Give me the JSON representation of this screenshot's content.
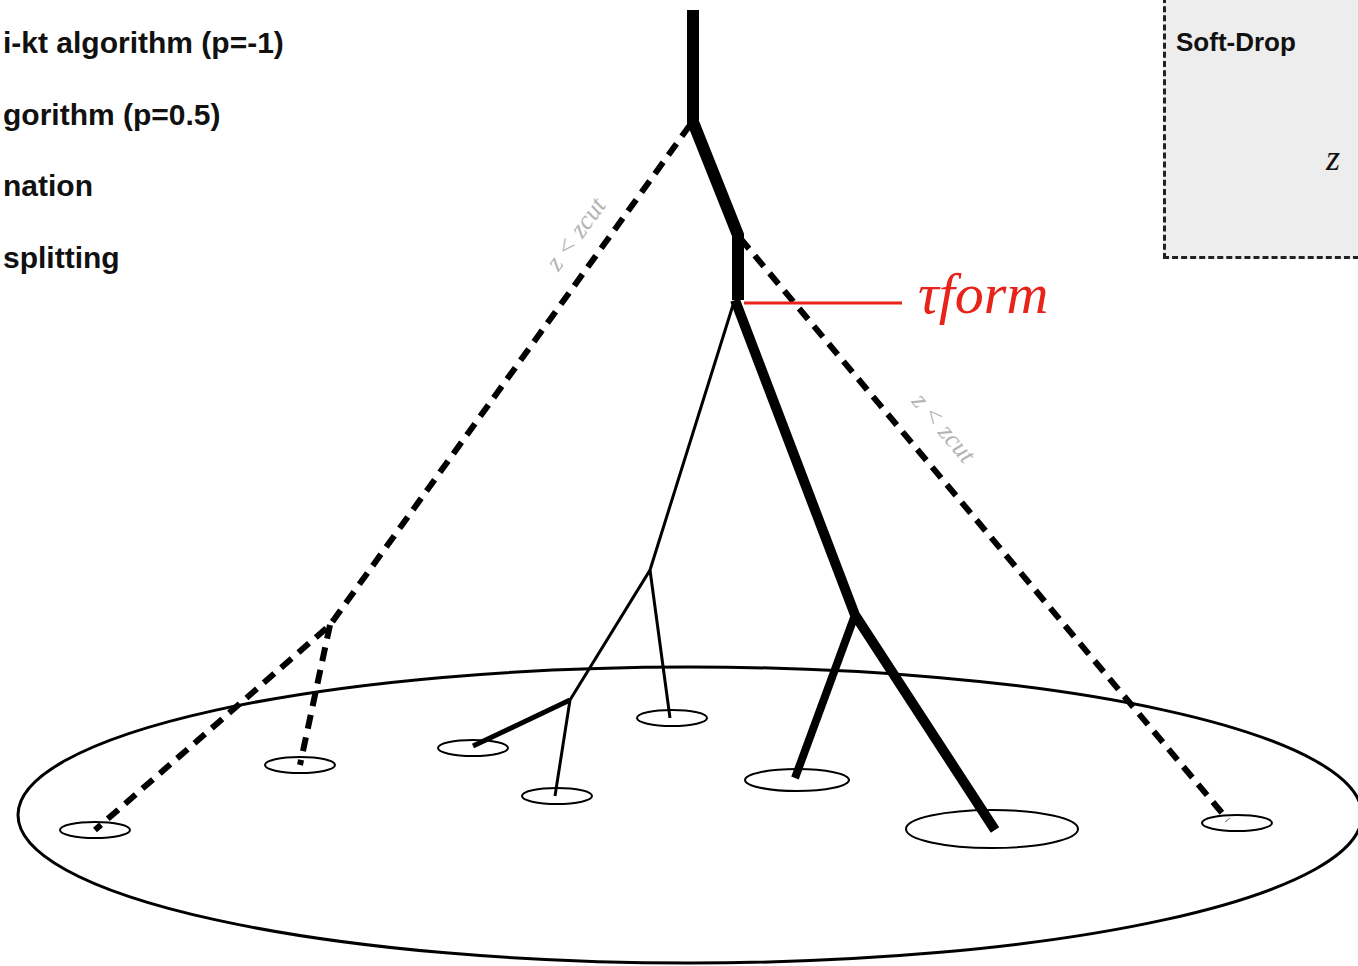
{
  "diagram": {
    "nodes": [
      {
        "text": [
          "Soft-Drop",
          "z"
        ]
      }
    ],
    "labels": [
      "i-kt algorithm (p=-1)",
      "gorithm (p=0.5)",
      "nation",
      "splitting",
      "z < zcut",
      "z < zcut",
      "τform"
    ]
  }
}
